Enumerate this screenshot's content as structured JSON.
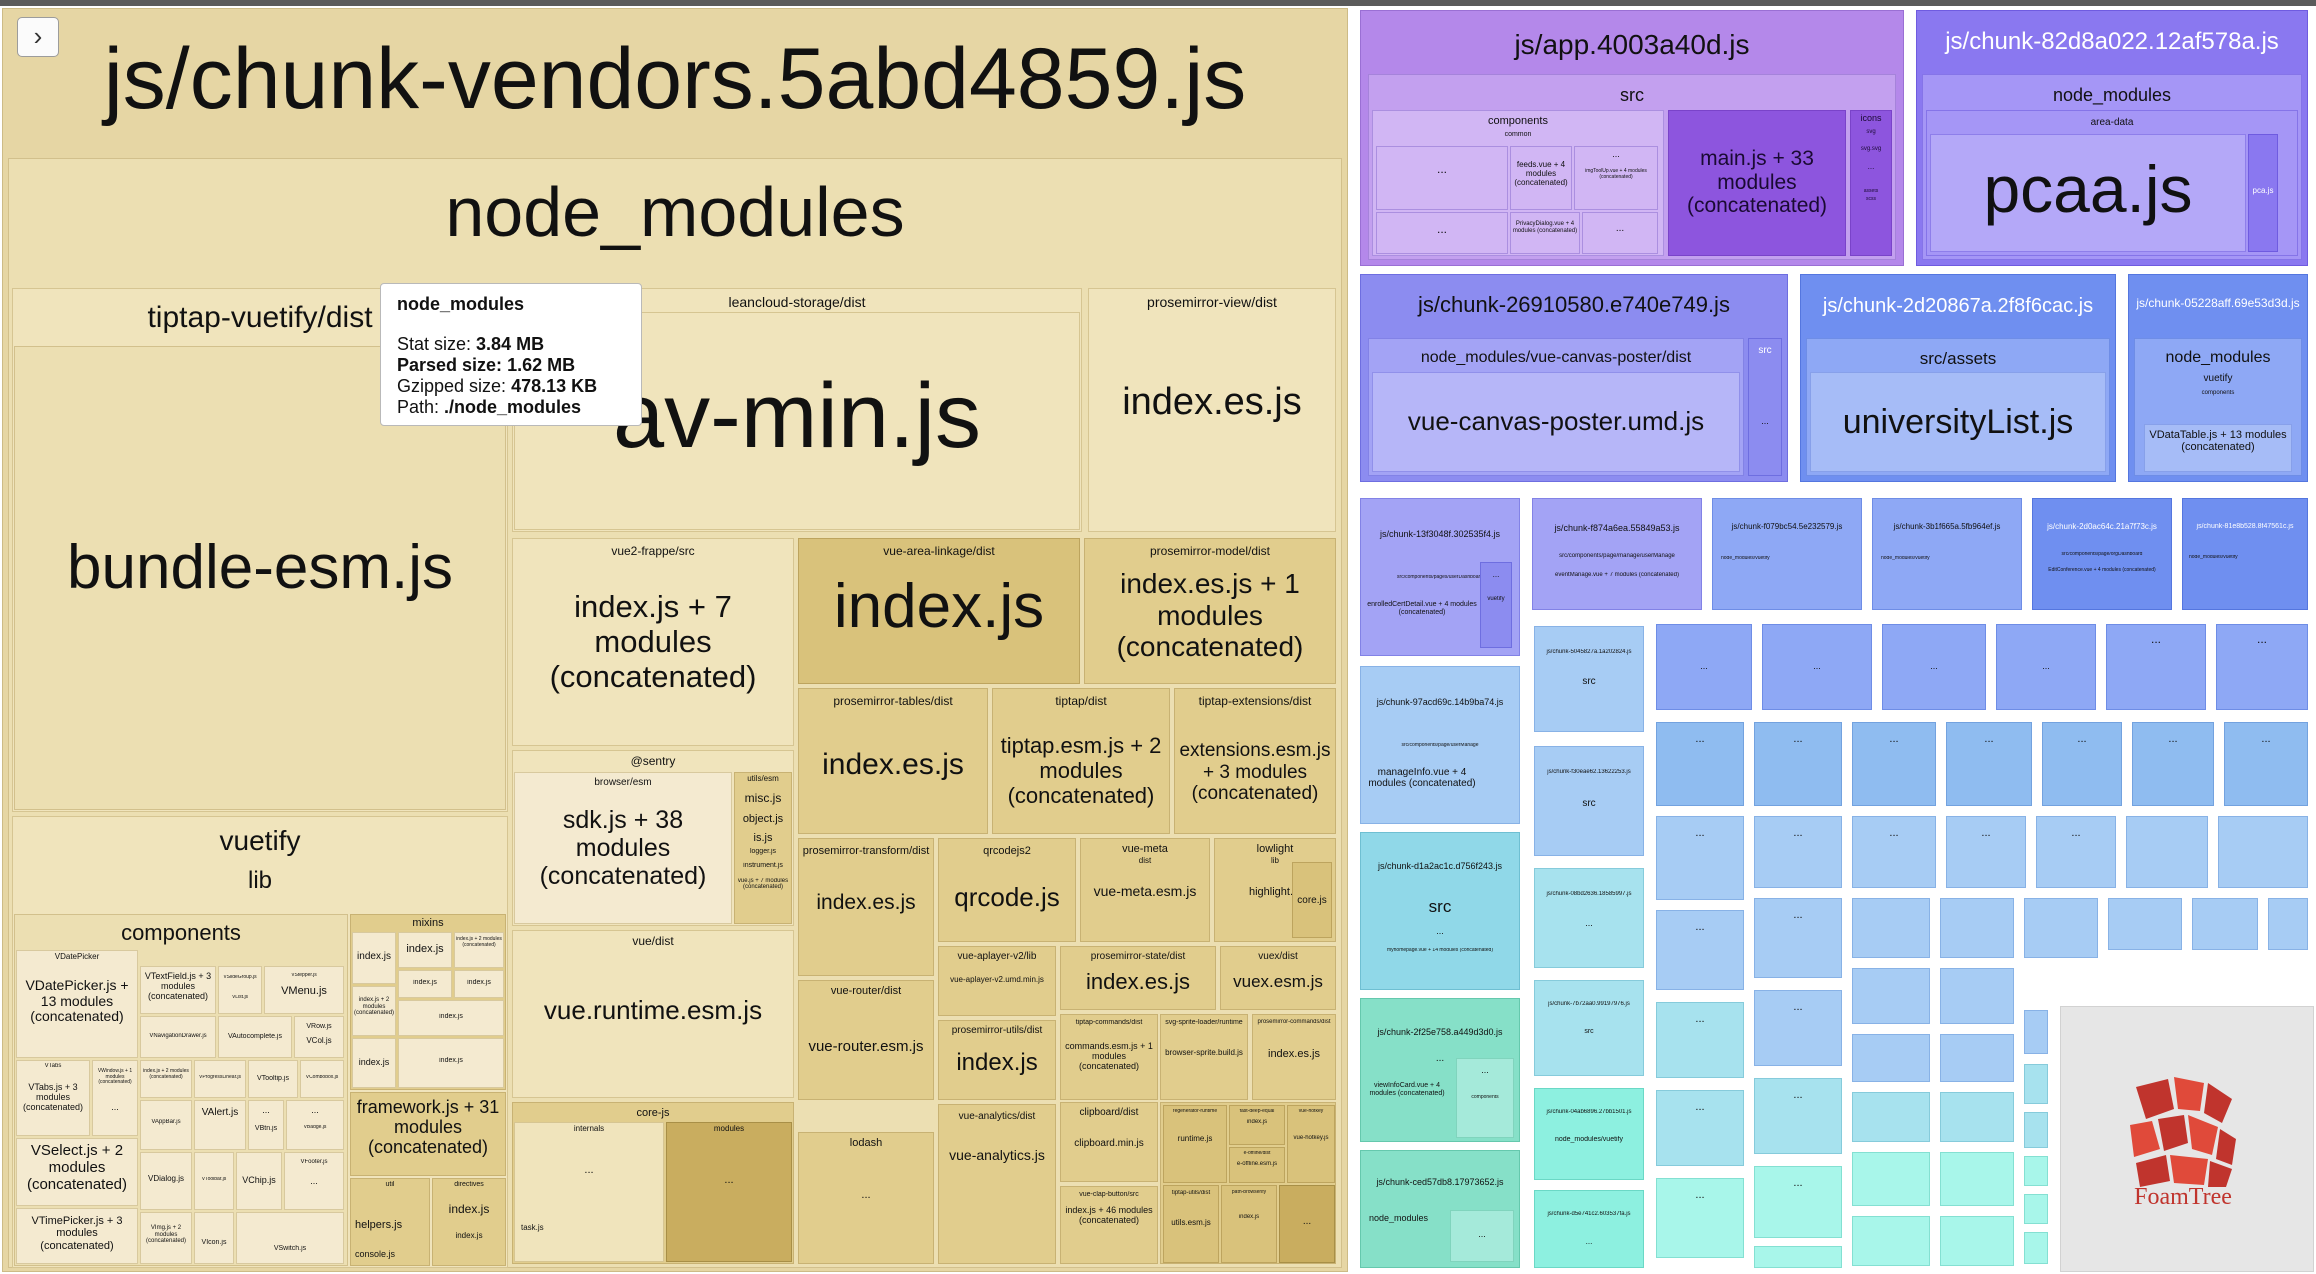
{
  "ui": {
    "collapse_icon": "chevron-right-icon",
    "collapse_glyph": "›"
  },
  "tooltip": {
    "title": "node_modules",
    "stat_label": "Stat size:",
    "stat_value": "3.84 MB",
    "parsed_label": "Parsed size:",
    "parsed_value": "1.62 MB",
    "gzip_label": "Gzipped size:",
    "gzip_value": "478.13 KB",
    "path_label": "Path:",
    "path_value": "./node_modules"
  },
  "branding": {
    "logo_text": "FoamTree",
    "logo_colors": [
      "#c0342d",
      "#e04a3a"
    ]
  },
  "vendors": {
    "title": "js/chunk-vendors.5abd4859.js",
    "node_modules": "node_modules",
    "tiptap_vuetify": "tiptap-vuetify/dist",
    "bundle_esm": "bundle-esm.js",
    "leancloud": "leancloud-storage/dist",
    "av_min": "av-min.js",
    "pm_view": "prosemirror-view/dist",
    "index_es": "index.es.js",
    "vue2_frappe": "vue2-frappe/src",
    "index_7": "index.js + 7 modules (concatenated)",
    "vue_area": "vue-area-linkage/dist",
    "index_js": "index.js",
    "pm_model": "prosemirror-model/dist",
    "index_es_1": "index.es.js + 1 modules (concatenated)",
    "sentry": "@sentry",
    "browser_esm": "browser/esm",
    "sdk": "sdk.js + 38 modules (concatenated)",
    "utils_esm": "utils/esm",
    "misc": "misc.js",
    "object": "object.js",
    "is": "is.js",
    "logger": "logger.js",
    "instrument": "instrument.js",
    "vue_js_7": "vue.js + 7 modules (concatenated)",
    "pm_tables": "prosemirror-tables/dist",
    "tiptap_dist": "tiptap/dist",
    "tiptap_esm": "tiptap.esm.js + 2 modules (concatenated)",
    "tiptap_ext": "tiptap-extensions/dist",
    "ext_esm": "extensions.esm.js + 3 modules (concatenated)",
    "pm_transform": "prosemirror-transform/dist",
    "qrcodejs2": "qrcodejs2",
    "qrcode": "qrcode.js",
    "vue_meta": "vue-meta",
    "dist": "dist",
    "vue_meta_esm": "vue-meta.esm.js",
    "lowlight": "lowlight",
    "lib": "lib",
    "highlight": "highlight.js",
    "core": "core.js",
    "vue_dist": "vue/dist",
    "vue_runtime": "vue.runtime.esm.js",
    "vue_router": "vue-router/dist",
    "vue_router_esm": "vue-router.esm.js",
    "aplayer": "vue-aplayer-v2/lib",
    "aplayer_umd": "vue-aplayer-v2.umd.min.js",
    "pm_state": "prosemirror-state/dist",
    "vuex_dist": "vuex/dist",
    "vuex_esm": "vuex.esm.js",
    "tiptap_commands": "tiptap-commands/dist",
    "commands_esm": "commands.esm.js + 1 modules (concatenated)",
    "svg_sprite": "svg-sprite-loader/runtime",
    "browser_sprite": "browser-sprite.build.js",
    "pm_commands": "prosemirror-commands/dist",
    "pm_utils": "prosemirror-utils/dist",
    "clipboard_dist": "clipboard/dist",
    "clipboard_min": "clipboard.min.js",
    "vue_analytics_dist": "vue-analytics/dist",
    "vue_analytics": "vue-analytics.js",
    "clap_button": "vue-clap-button/src",
    "index_46": "index.js + 46 modules (concatenated)",
    "tiptap_utils": "tiptap-utils/dist",
    "utils_esm_js": "utils.esm.js",
    "regenerator": "regenerator-runtime",
    "runtime": "runtime.js",
    "fast_deep": "fast-deep-equal",
    "es_offline": "e-offline/dist",
    "es_offline_esm": "e-offline.esm.js",
    "vue_hotkey": "vue-hotkey",
    "vue_hotkey_js": "vue-hotkey.js",
    "path_browserify": "path-browserify",
    "core_js": "core-js",
    "internals": "internals",
    "modules": "modules",
    "task": "task.js",
    "lodash": "lodash",
    "ellipsis": "..."
  },
  "vuetify": {
    "title": "vuetify",
    "lib": "lib",
    "components": "components",
    "vdatepicker_dir": "VDatePicker",
    "vdatepicker": "VDatePicker.js + 13 modules (concatenated)",
    "vtextfield": "VTextField.js + 3 modules (concatenated)",
    "vsliderg": "VSlideGroup.js",
    "vlist": "VList.js",
    "vmenu": "VMenu.js",
    "vstepper": "VStepper.js",
    "vnavdrawer": "VNavigationDrawer.js",
    "vautocomplete": "VAutocomplete.js",
    "vrow": "VRow.js",
    "vcol": "VCol.js",
    "vtabs_dir": "VTabs",
    "vtabs": "VTabs.js + 3 modules (concatenated)",
    "vwindow": "VWindow.js + 1 modules (concatenated)",
    "index_2": "index.js + 2 modules (concatenated)",
    "vprogress": "VProgressLinear.js",
    "vtooltip": "VTooltip.js",
    "vcombobox": "VCombobox.js",
    "valert": "VAlert.js",
    "vappbar": "VAppBar.js",
    "vbtn": "VBtn.js",
    "vselect": "VSelect.js + 2 modules (concatenated)",
    "vdialog": "VDialog.js",
    "vtoolbar": "VToolbar.js",
    "vchip": "VChip.js",
    "vfooter": "VFooter.js",
    "vbadge": "VBadge.js",
    "vtimepicker": "VTimePicker.js + 3 modules (concatenated)",
    "vimg": "VImg.js + 2 modules (concatenated)",
    "vicon": "VIcon.js",
    "vswitch": "VSwitch.js",
    "mixins": "mixins",
    "index": "index.js",
    "index_vue": "index.js + 2 modules (concatenated)",
    "framework": "framework.js + 31 modules (concatenated)",
    "util": "util",
    "helpers": "helpers.js",
    "console": "console.js",
    "directives": "directives",
    "ellipsis": "..."
  },
  "app": {
    "title": "js/app.4003a40d.js",
    "src": "src",
    "components": "components",
    "common": "common",
    "feeds": "feeds.vue + 4 modules (concatenated)",
    "imgtool": "imgToolUp.vue + 4 modules (concatenated)",
    "privacy": "PrivacyDialog.vue + 4 modules (concatenated)",
    "main": "main.js + 33 modules (concatenated)",
    "icons": "icons",
    "svg": "svg",
    "svg_file": "svg.svg",
    "assets": "assets",
    "scss": "scss",
    "ellipsis": "..."
  },
  "chunk82": {
    "title": "js/chunk-82d8a022.12af578a.js",
    "node_modules": "node_modules",
    "area_data": "area-data",
    "pcaa": "pcaa.js",
    "pca": "pca.js"
  },
  "chunk2691": {
    "title": "js/chunk-26910580.e740e749.js",
    "poster_dir": "node_modules/vue-canvas-poster/dist",
    "poster": "vue-canvas-poster.umd.js",
    "src": "src",
    "ellipsis": "..."
  },
  "chunk2d20": {
    "title": "js/chunk-2d20867a.2f8f6cac.js",
    "assets": "src/assets",
    "univ": "universityList.js"
  },
  "chunk0522": {
    "title": "js/chunk-05228aff.69e53d3d.js",
    "node_modules": "node_modules",
    "vuetify": "vuetify",
    "components": "components",
    "vdatatable": "VDataTable.js + 13 modules (concatenated)"
  },
  "small_chunks": {
    "c13f": "js/chunk-13f3048f.302535f4.js",
    "c13f_src": "src/components/pages/userDashboard",
    "c13f_file": "enrolledCertDetail.vue + 4 modules (concatenated)",
    "vuetify": "vuetify",
    "cf874": "js/chunk-f874a6ea.55849a53.js",
    "cf874_src": "src/components/page/manage/userManage",
    "cf874_file": "eventManage.vue + 7 modules (concatenated)",
    "cf079": "js/chunk-f079bc54.5e232579.js",
    "c3b1": "js/chunk-3b1f665a.5fb964ef.js",
    "c2d0": "js/chunk-2d0ac64c.21a7f73c.js",
    "c2d0_src": "src/components/page/orgDashboard",
    "c2d0_file": "EditConference.vue + 4 modules (concatenated)",
    "c81e": "js/chunk-81e8b528.8f47561c.js",
    "node_module_vuetify": "node_modules/vuetify",
    "c97a": "js/chunk-97acd69c.14b9ba74.js",
    "c97a_src": "src/components/page/userManage",
    "c97a_file": "manageInfo.vue + 4 modules (concatenated)",
    "c5045": "js/chunk-5045827a.1a202824.js",
    "src": "src",
    "cf30e": "js/chunk-f30eae62.13622253.js",
    "cd1a2": "js/chunk-d1a2ac1c.d756f243.js",
    "cd1a2_file": "myhomepage.vue + 14 modules (concatenated)",
    "c08bd": "js/chunk-08bd2636.18585997.js",
    "c7b72": "js/chunk-7b72aa0.99197976.js",
    "c2f25": "js/chunk-2f25e758.a449d3d0.js",
    "c2f25_file": "viewInfoCard.vue + 4 modules (concatenated)",
    "c2f25_comp": "components",
    "c04ab": "js/chunk-04ab6896.27bb1501.js",
    "cced5": "js/chunk-ced57db8.17973652.js",
    "cced5_nm": "node_modules",
    "cd5e7": "js/chunk-d5e741c2.603537fa.js",
    "ellipsis": "..."
  }
}
